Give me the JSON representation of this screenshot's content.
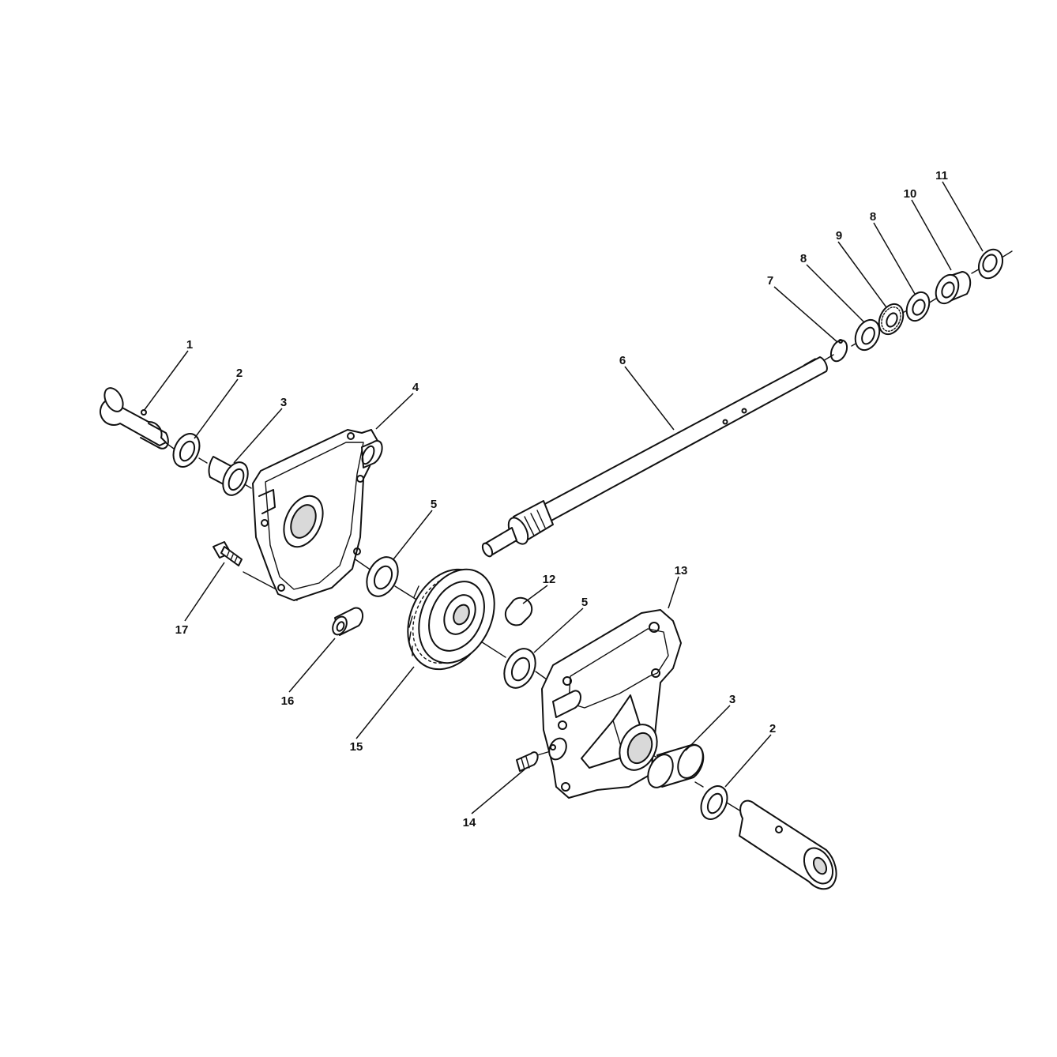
{
  "diagram": {
    "callouts": [
      "1",
      "2",
      "3",
      "4",
      "5",
      "6",
      "7",
      "8",
      "9",
      "8",
      "10",
      "11",
      "12",
      "5",
      "13",
      "3",
      "2",
      "14",
      "15",
      "16",
      "17"
    ]
  }
}
